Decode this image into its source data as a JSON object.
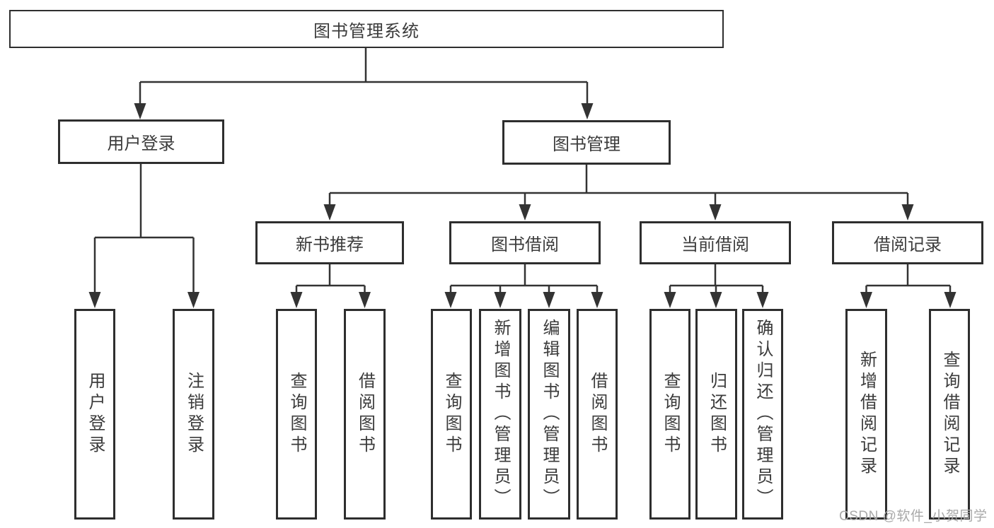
{
  "diagram": {
    "root": {
      "label": "图书管理系统"
    },
    "level2": [
      {
        "label": "用户登录"
      },
      {
        "label": "图书管理"
      }
    ],
    "level3": [
      {
        "label": "新书推荐"
      },
      {
        "label": "图书借阅"
      },
      {
        "label": "当前借阅"
      },
      {
        "label": "借阅记录"
      }
    ],
    "leaves": {
      "user_login": [
        {
          "label": "用户登录"
        },
        {
          "label": "注销登录"
        }
      ],
      "new_books": [
        {
          "label": "查询图书"
        },
        {
          "label": "借阅图书"
        }
      ],
      "book_borrow": [
        {
          "label": "查询图书"
        },
        {
          "label": "新增图书（管理员）"
        },
        {
          "label": "编辑图书（管理员）"
        },
        {
          "label": "借阅图书"
        }
      ],
      "current_borrow": [
        {
          "label": "查询图书"
        },
        {
          "label": "归还图书"
        },
        {
          "label": "确认归还（管理员）"
        }
      ],
      "borrow_records": [
        {
          "label": "新增借阅记录"
        },
        {
          "label": "查询借阅记录"
        }
      ]
    }
  },
  "watermark": {
    "text": "CSDN @软件_小贺同学"
  },
  "colors": {
    "line": "#333333",
    "border": "#2e2e2e",
    "text": "#3b3b3b",
    "watermark": "#a9a9a9",
    "background": "#ffffff"
  }
}
